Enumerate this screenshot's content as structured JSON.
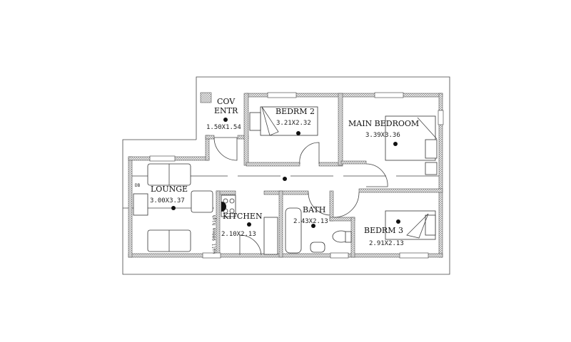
{
  "rooms": {
    "cov_entr": {
      "name_line1": "COV",
      "name_line2": "ENTR",
      "size": "1.50X1.54"
    },
    "bedrm2": {
      "name": "BEDRM 2",
      "size": "3.21X2.32"
    },
    "main_bedroom": {
      "name": "MAIN BEDROOM",
      "size": "3.39X3.36"
    },
    "lounge": {
      "name": "LOUNGE",
      "size": "3.00X3.37"
    },
    "kitchen": {
      "name": "KITCHEN",
      "size": "2.10X2.13"
    },
    "bath": {
      "name": "BATH",
      "size": "2.43X2.13"
    },
    "bedrm3": {
      "name": "BEDRM 3",
      "size": "2.91X2.13"
    }
  },
  "annotations": {
    "kitchen_wall_note": "wall 900mm high",
    "db_tag": "DB"
  },
  "colors": {
    "line": "#333333",
    "hatch": "#9a9a9a"
  }
}
